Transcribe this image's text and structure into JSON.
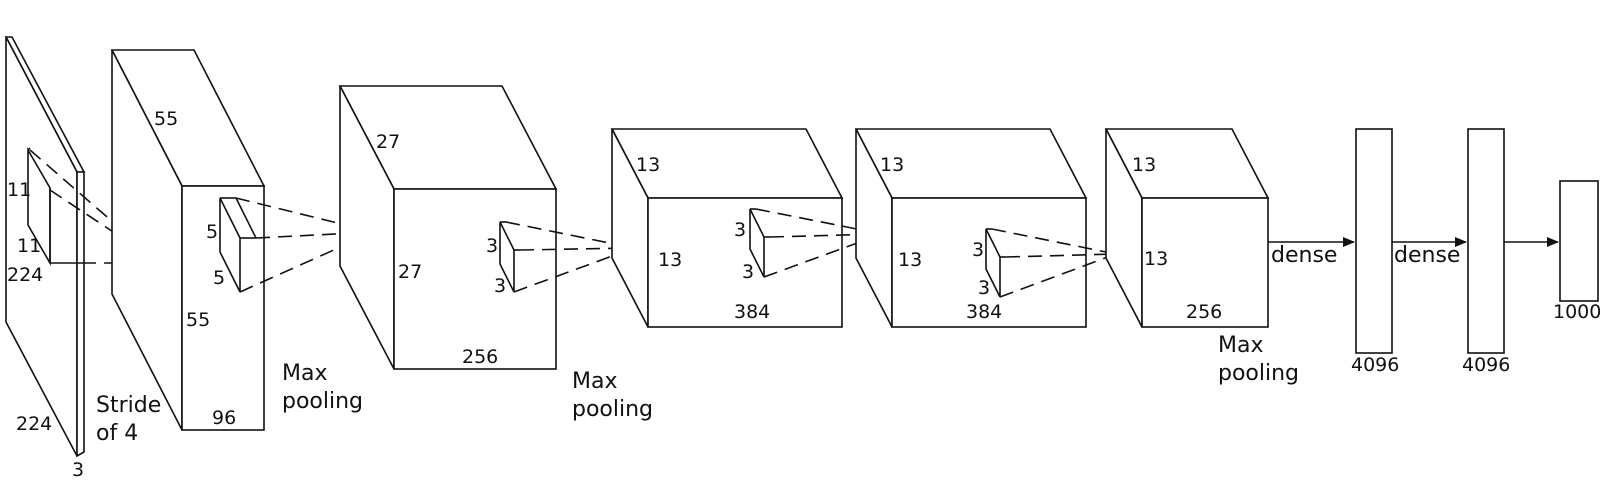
{
  "input": {
    "kernel_height": "11",
    "kernel_width": "11",
    "height": "224",
    "width": "224",
    "depth": "3"
  },
  "stride": {
    "line1": "Stride",
    "line2": "of 4"
  },
  "conv1": {
    "height": "55",
    "width": "55",
    "depth": "96",
    "kernel_height": "5",
    "kernel_width": "5"
  },
  "pool1": {
    "line1": "Max",
    "line2": "pooling"
  },
  "conv2": {
    "height": "27",
    "width": "27",
    "depth": "256",
    "kernel_height": "3",
    "kernel_width": "3"
  },
  "pool2": {
    "line1": "Max",
    "line2": "pooling"
  },
  "conv3": {
    "height": "13",
    "width": "13",
    "depth": "384",
    "kernel_height": "3",
    "kernel_width": "3"
  },
  "conv4": {
    "height": "13",
    "width": "13",
    "depth": "384",
    "kernel_height": "3",
    "kernel_width": "3"
  },
  "conv5": {
    "height": "13",
    "width": "13",
    "depth": "256"
  },
  "pool3": {
    "line1": "Max",
    "line2": "pooling"
  },
  "dense1": {
    "arrow_label": "dense",
    "size": "4096"
  },
  "dense2": {
    "arrow_label": "dense",
    "size": "4096"
  },
  "output": {
    "size": "1000"
  }
}
